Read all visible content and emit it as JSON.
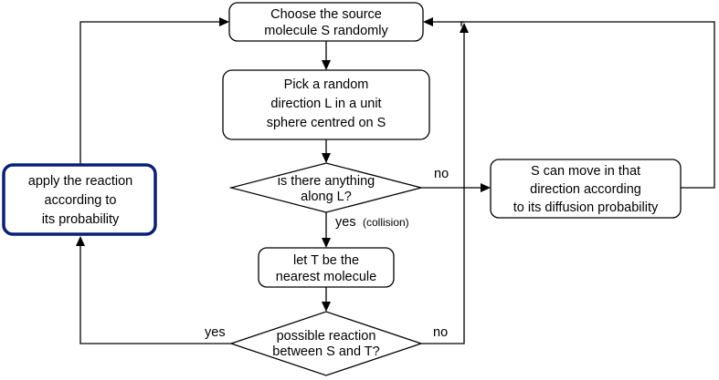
{
  "colors": {
    "stroke": "#000000",
    "highlight": "#0a1f7a",
    "background": "#ffffff"
  },
  "nodes": {
    "choose_source": {
      "lines": [
        "Choose the source",
        "molecule S randomly"
      ]
    },
    "pick_direction": {
      "lines": [
        "Pick a random",
        "direction L in a unit",
        "sphere centred on S"
      ]
    },
    "anything_along": {
      "lines": [
        "is there anything",
        "along L?"
      ]
    },
    "nearest_molecule": {
      "lines": [
        "let T be the",
        "nearest molecule"
      ]
    },
    "possible_reaction": {
      "lines": [
        "possible reaction",
        "between S and T?"
      ]
    },
    "apply_reaction": {
      "lines": [
        "apply the reaction",
        "according to",
        "its probability"
      ]
    },
    "move": {
      "lines": [
        "S can move in that",
        "direction according",
        "to its diffusion probability"
      ]
    }
  },
  "edge_labels": {
    "no_top": "no",
    "yes_collision": "yes",
    "collision": "(collision)",
    "yes_bottom": "yes",
    "no_bottom": "no"
  }
}
